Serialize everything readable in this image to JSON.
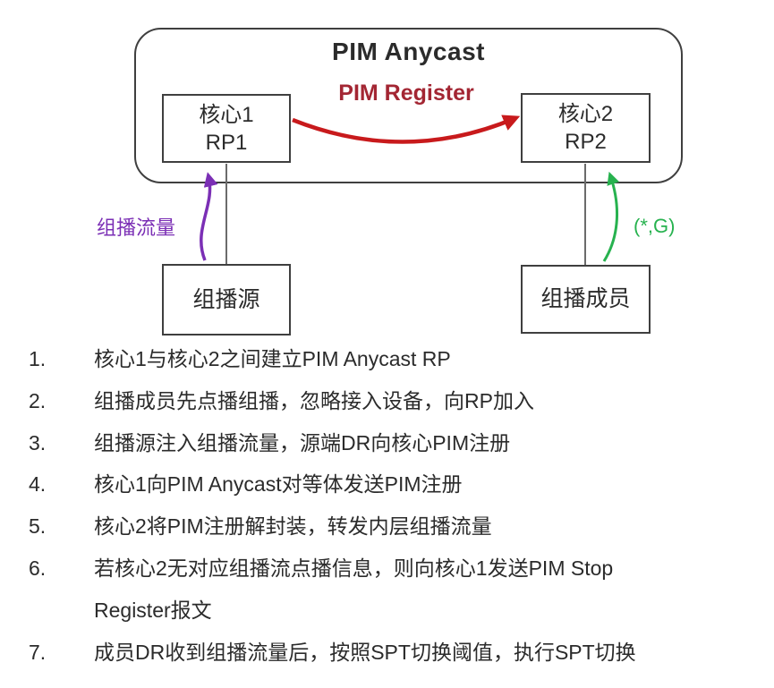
{
  "diagram": {
    "container_label": "PIM Anycast",
    "nodes": {
      "core1": {
        "line1": "核心1",
        "line2": "RP1"
      },
      "core2": {
        "line1": "核心2",
        "line2": "RP2"
      },
      "source": {
        "label": "组播源"
      },
      "member": {
        "label": "组播成员"
      }
    },
    "edges": {
      "pim_register": {
        "label": "PIM Register",
        "label_color": "#a32633",
        "arrow_color": "#c81a1c"
      },
      "multicast_traffic": {
        "label": "组播流量",
        "color": "#7b2fb5"
      },
      "star_g": {
        "label": "(*,G)",
        "color": "#27b24f"
      }
    },
    "colors": {
      "box_border": "#3f3f3f",
      "connector": "#6b6b6b",
      "text": "#2b2b2b"
    }
  },
  "steps": [
    {
      "num": "1.",
      "lines": [
        "核心1与核心2之间建立PIM Anycast RP"
      ]
    },
    {
      "num": "2.",
      "lines": [
        "组播成员先点播组播，忽略接入设备，向RP加入"
      ]
    },
    {
      "num": "3.",
      "lines": [
        "组播源注入组播流量，源端DR向核心PIM注册"
      ]
    },
    {
      "num": "4.",
      "lines": [
        "核心1向PIM Anycast对等体发送PIM注册"
      ]
    },
    {
      "num": "5.",
      "lines": [
        "核心2将PIM注册解封装，转发内层组播流量"
      ]
    },
    {
      "num": "6.",
      "lines": [
        "若核心2无对应组播流点播信息，则向核心1发送PIM Stop",
        "Register报文"
      ]
    },
    {
      "num": "7.",
      "lines": [
        "成员DR收到组播流量后，按照SPT切换阈值，执行SPT切换"
      ]
    }
  ]
}
